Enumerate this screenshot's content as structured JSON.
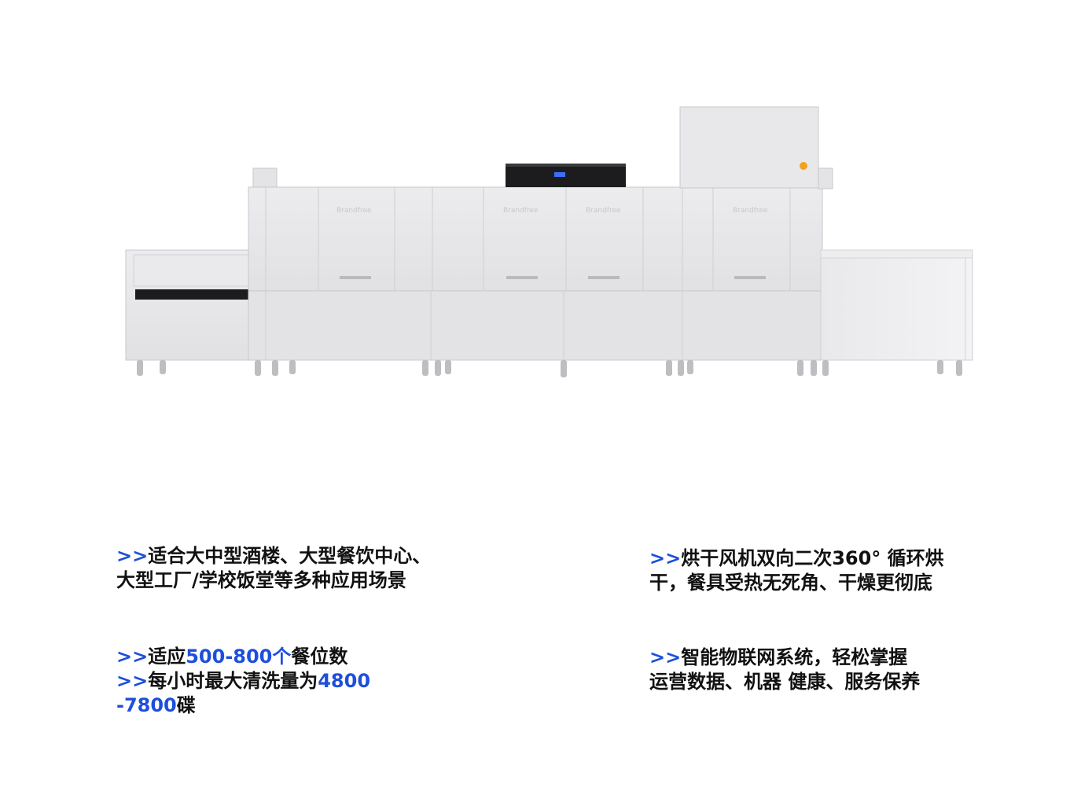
{
  "product": {
    "brand_text": "Brandfree"
  },
  "features": [
    {
      "lines": [
        {
          "prefix": ">>",
          "parts": [
            "适合大中型酒楼、大型餐饮中心、"
          ]
        },
        {
          "prefix": "",
          "parts": [
            "大型工厂/学校饭堂等多种应用场景"
          ]
        }
      ]
    },
    {
      "lines": [
        {
          "prefix": ">>",
          "parts": [
            "适应",
            "500-800个",
            "餐位数"
          ]
        },
        {
          "prefix": ">>",
          "parts": [
            "每小时最大清洗量为",
            "4800"
          ]
        },
        {
          "prefix": "",
          "parts": [
            "-7800",
            "碟"
          ]
        }
      ]
    },
    {
      "lines": [
        {
          "prefix": ">>",
          "parts": [
            "烘干风机双向二次360° 循环烘"
          ]
        },
        {
          "prefix": "",
          "parts": [
            "干，餐具受热无死角、干燥更彻底"
          ]
        }
      ]
    },
    {
      "lines": [
        {
          "prefix": ">>",
          "parts": [
            "智能物联网系统，轻松掌握"
          ]
        },
        {
          "prefix": "",
          "parts": [
            "运营数据、机器 健康、服务保养"
          ]
        }
      ]
    }
  ],
  "colors": {
    "accent": "#1d4fdc",
    "text": "#111111",
    "machine_body": "#e7e7ea",
    "panel_dark": "#1c1c1f"
  }
}
